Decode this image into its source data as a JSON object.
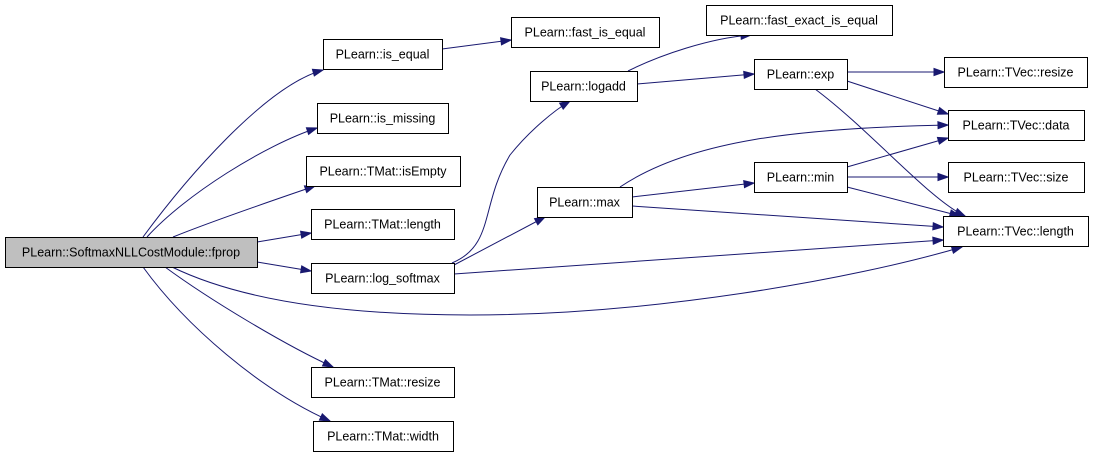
{
  "graph": {
    "nodes": {
      "fprop": "PLearn::SoftmaxNLLCostModule::fprop",
      "is_equal": "PLearn::is_equal",
      "is_missing": "PLearn::is_missing",
      "tmat_isempty": "PLearn::TMat::isEmpty",
      "tmat_length": "PLearn::TMat::length",
      "log_softmax": "PLearn::log_softmax",
      "tmat_resize": "PLearn::TMat::resize",
      "tmat_width": "PLearn::TMat::width",
      "fast_is_equal": "PLearn::fast_is_equal",
      "logadd": "PLearn::logadd",
      "max": "PLearn::max",
      "fast_exact_is_equal": "PLearn::fast_exact_is_equal",
      "exp": "PLearn::exp",
      "min": "PLearn::min",
      "tvec_resize": "PLearn::TVec::resize",
      "tvec_data": "PLearn::TVec::data",
      "tvec_size": "PLearn::TVec::size",
      "tvec_length": "PLearn::TVec::length"
    },
    "edges": [
      [
        "fprop",
        "is_equal"
      ],
      [
        "fprop",
        "is_missing"
      ],
      [
        "fprop",
        "tmat_isempty"
      ],
      [
        "fprop",
        "tmat_length"
      ],
      [
        "fprop",
        "log_softmax"
      ],
      [
        "fprop",
        "tvec_length"
      ],
      [
        "fprop",
        "tmat_resize"
      ],
      [
        "fprop",
        "tmat_width"
      ],
      [
        "is_equal",
        "fast_is_equal"
      ],
      [
        "log_softmax",
        "logadd"
      ],
      [
        "log_softmax",
        "max"
      ],
      [
        "log_softmax",
        "tvec_length"
      ],
      [
        "logadd",
        "fast_exact_is_equal"
      ],
      [
        "logadd",
        "exp"
      ],
      [
        "max",
        "tvec_data"
      ],
      [
        "max",
        "min"
      ],
      [
        "max",
        "tvec_length"
      ],
      [
        "exp",
        "tvec_resize"
      ],
      [
        "exp",
        "tvec_data"
      ],
      [
        "exp",
        "tvec_length"
      ],
      [
        "min",
        "tvec_data"
      ],
      [
        "min",
        "tvec_size"
      ],
      [
        "min",
        "tvec_length"
      ]
    ]
  },
  "colors": {
    "edge": "#191970",
    "root_fill": "#bfbfbf",
    "node_fill": "#ffffff",
    "border": "#000000"
  }
}
